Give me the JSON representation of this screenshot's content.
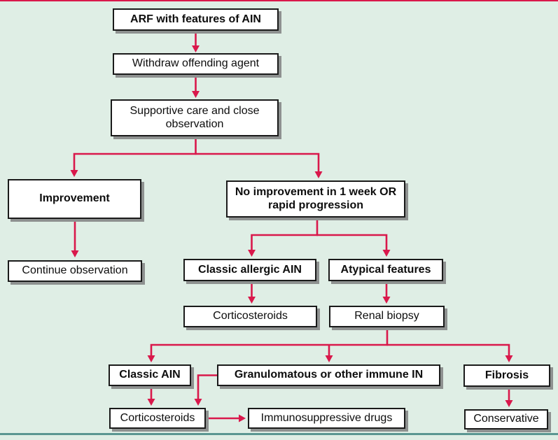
{
  "figure": {
    "type": "flowchart",
    "colors": {
      "background": "#dfeee5",
      "box_fill": "#ffffff",
      "box_border": "#1a1a1a",
      "box_shadow": "#8e9190",
      "arrow": "#d9184b",
      "top_rule": "#d9184b",
      "bottom_rule": "#5a9691"
    }
  },
  "nodes": {
    "arf": {
      "label": "ARF with features of AIN",
      "emphasis": "bold"
    },
    "withdraw": {
      "label": "Withdraw offending agent",
      "emphasis": "normal"
    },
    "supportive": {
      "label": "Supportive care and close observation",
      "emphasis": "normal"
    },
    "improvement": {
      "label": "Improvement",
      "emphasis": "bold"
    },
    "no_improvement": {
      "label": "No improvement in 1 week OR rapid progression",
      "emphasis": "bold"
    },
    "continue_observation": {
      "label": "Continue observation",
      "emphasis": "normal"
    },
    "classic_allergic_ain": {
      "label": "Classic allergic AIN",
      "emphasis": "bold"
    },
    "atypical_features": {
      "label": "Atypical features",
      "emphasis": "bold"
    },
    "corticosteroids_1": {
      "label": "Corticosteroids",
      "emphasis": "normal"
    },
    "renal_biopsy": {
      "label": "Renal biopsy",
      "emphasis": "normal"
    },
    "classic_ain": {
      "label": "Classic AIN",
      "emphasis": "bold"
    },
    "granulomatous": {
      "label": "Granulomatous or other immune IN",
      "emphasis": "bold"
    },
    "fibrosis": {
      "label": "Fibrosis",
      "emphasis": "bold"
    },
    "corticosteroids_2": {
      "label": "Corticosteroids",
      "emphasis": "normal"
    },
    "immunosuppressive": {
      "label": "Immunosuppressive drugs",
      "emphasis": "normal"
    },
    "conservative": {
      "label": "Conservative",
      "emphasis": "normal"
    }
  },
  "edges": [
    {
      "from": "arf",
      "to": "withdraw"
    },
    {
      "from": "withdraw",
      "to": "supportive"
    },
    {
      "from": "supportive",
      "to": "improvement"
    },
    {
      "from": "supportive",
      "to": "no_improvement"
    },
    {
      "from": "improvement",
      "to": "continue_observation"
    },
    {
      "from": "no_improvement",
      "to": "classic_allergic_ain"
    },
    {
      "from": "no_improvement",
      "to": "atypical_features"
    },
    {
      "from": "classic_allergic_ain",
      "to": "corticosteroids_1"
    },
    {
      "from": "atypical_features",
      "to": "renal_biopsy"
    },
    {
      "from": "renal_biopsy",
      "to": "classic_ain"
    },
    {
      "from": "renal_biopsy",
      "to": "granulomatous"
    },
    {
      "from": "renal_biopsy",
      "to": "fibrosis"
    },
    {
      "from": "classic_ain",
      "to": "corticosteroids_2"
    },
    {
      "from": "granulomatous",
      "to": "corticosteroids_2"
    },
    {
      "from": "corticosteroids_2",
      "to": "immunosuppressive"
    },
    {
      "from": "fibrosis",
      "to": "conservative"
    }
  ]
}
